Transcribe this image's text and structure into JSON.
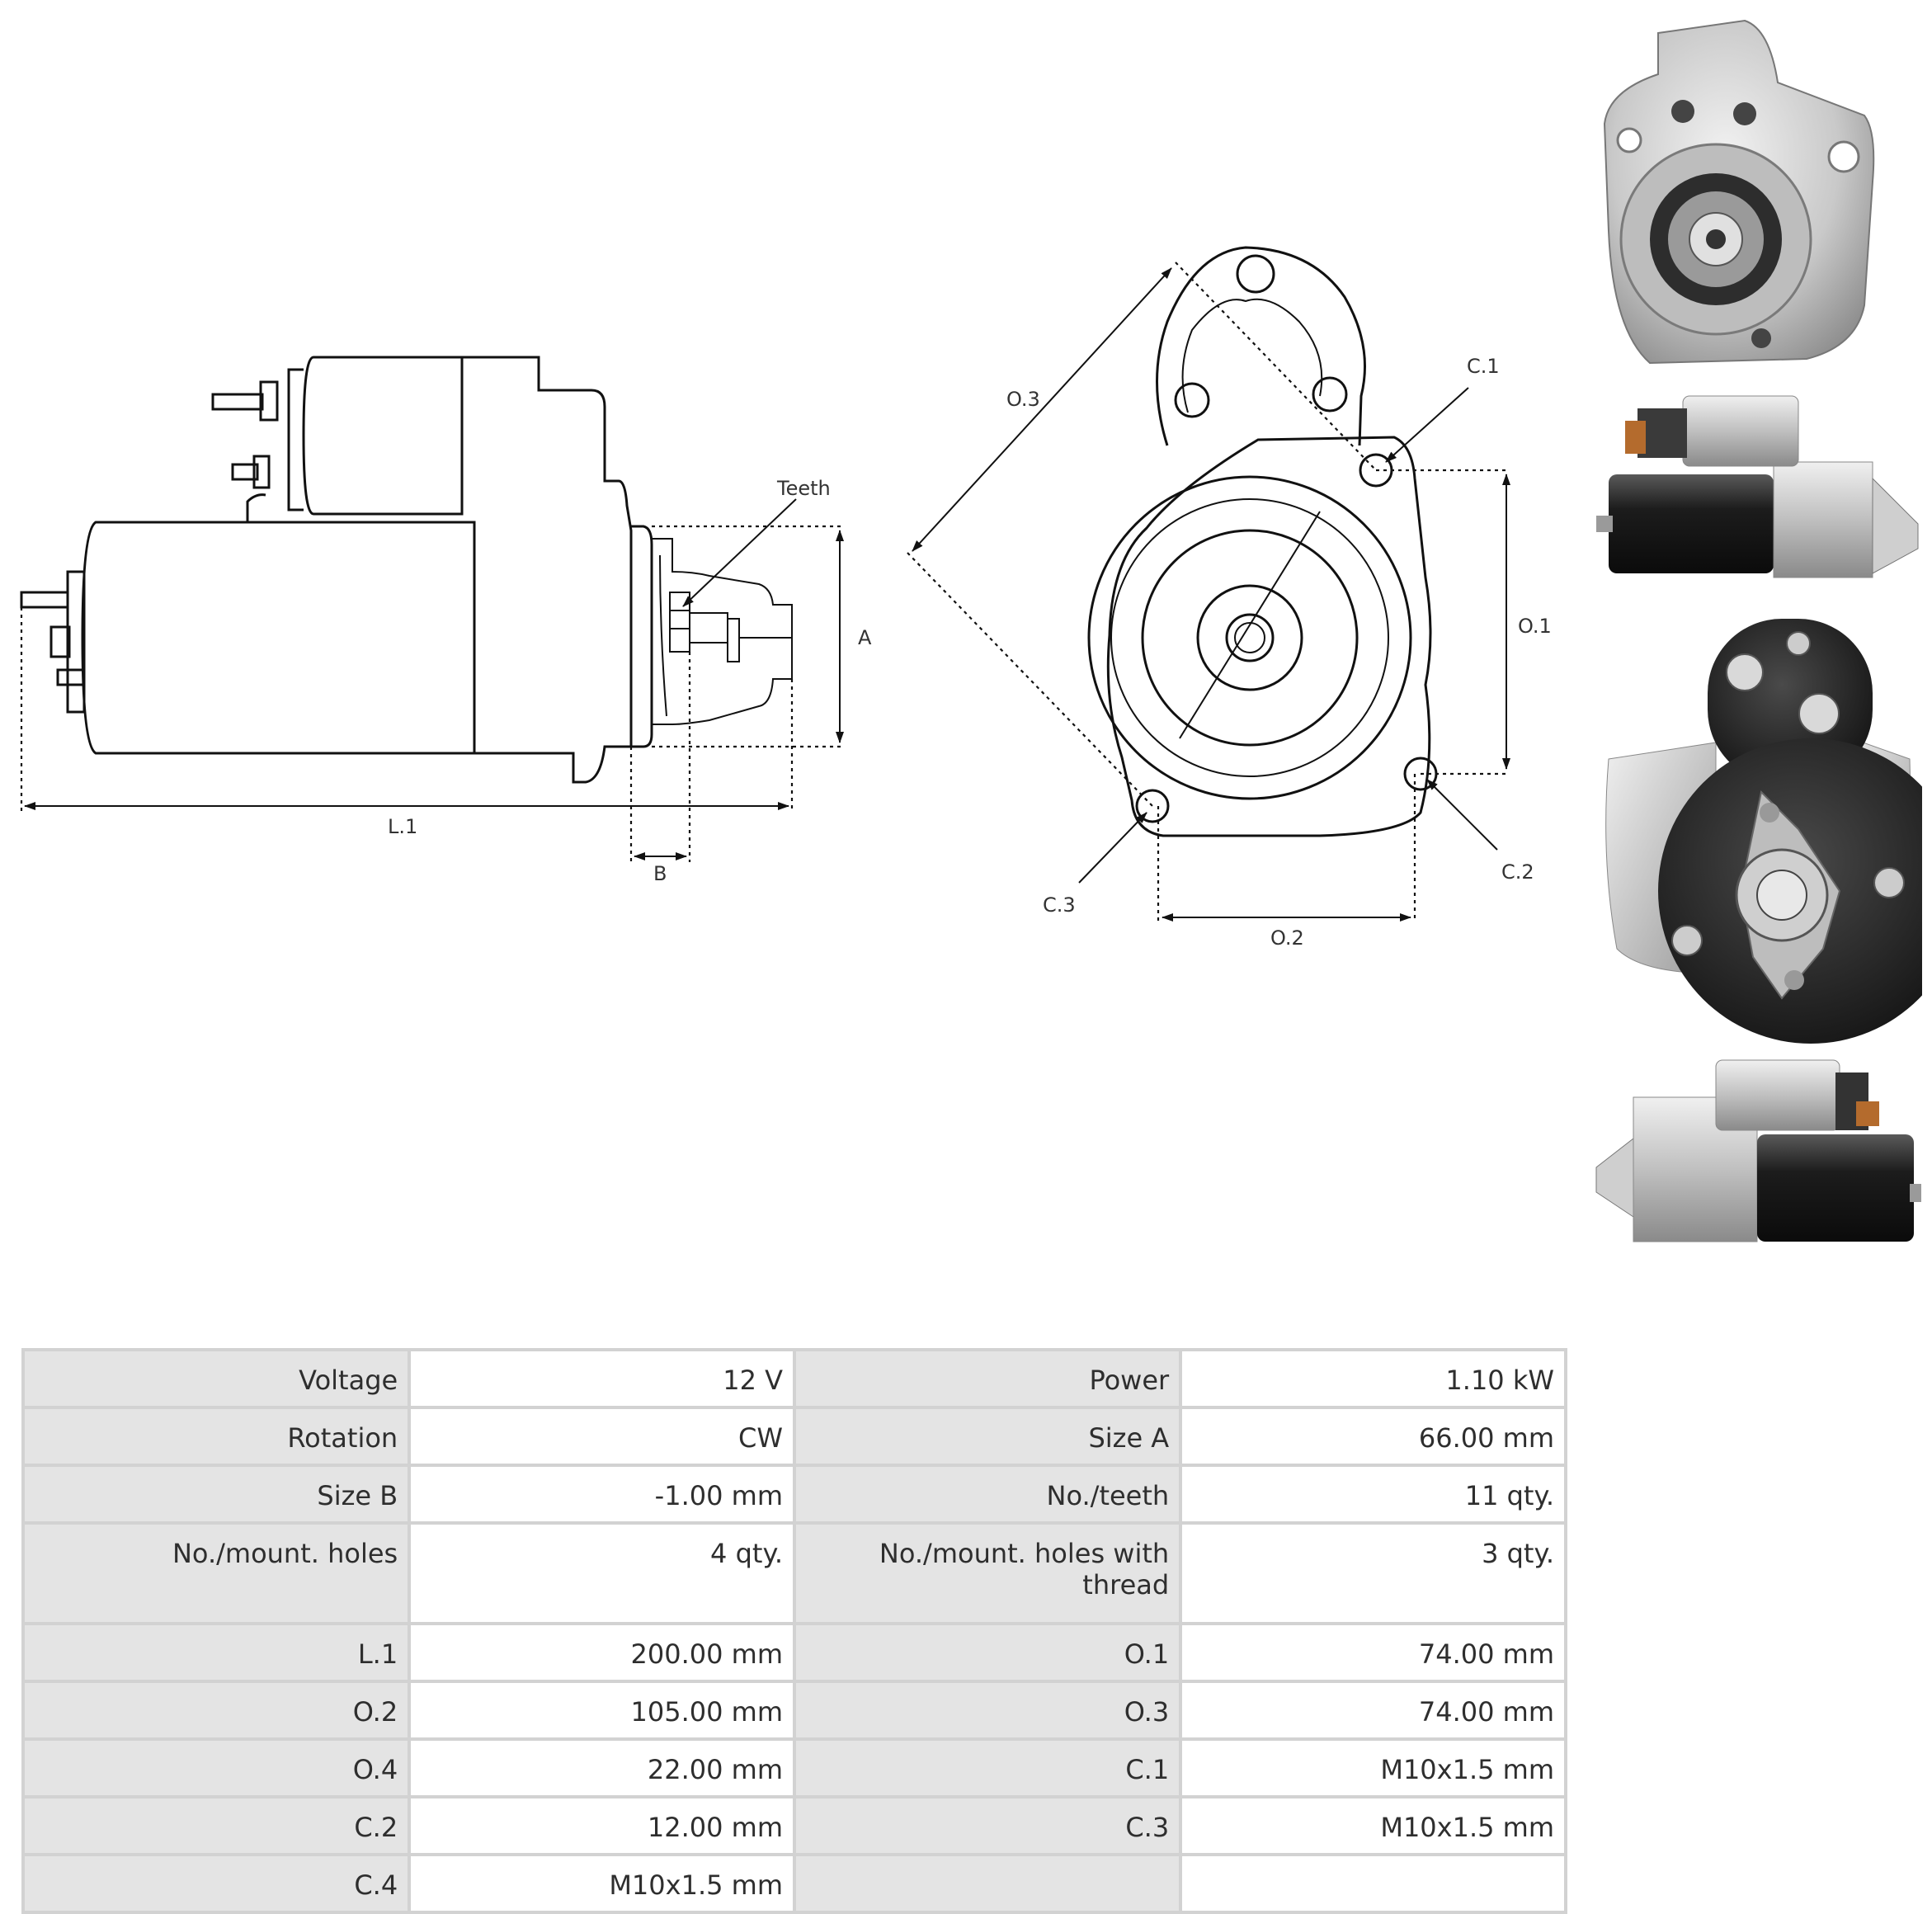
{
  "labels": {
    "teeth": "Teeth",
    "a": "A",
    "b": "B",
    "l1": "L.1",
    "o1": "O.1",
    "o2": "O.2",
    "o3": "O.3",
    "c1": "C.1",
    "c2": "C.2",
    "c3": "C.3"
  },
  "specs": [
    {
      "k1": "Voltage",
      "v1": "12 V",
      "k2": "Power",
      "v2": "1.10 kW"
    },
    {
      "k1": "Rotation",
      "v1": "CW",
      "k2": "Size A",
      "v2": "66.00 mm"
    },
    {
      "k1": "Size B",
      "v1": "-1.00 mm",
      "k2": "No./teeth",
      "v2": "11 qty."
    },
    {
      "k1": "No./mount. holes",
      "v1": "4 qty.",
      "k2": "No./mount. holes with thread",
      "v2": "3 qty."
    },
    {
      "k1": "L.1",
      "v1": "200.00 mm",
      "k2": "O.1",
      "v2": "74.00 mm"
    },
    {
      "k1": "O.2",
      "v1": "105.00 mm",
      "k2": "O.3",
      "v2": "74.00 mm"
    },
    {
      "k1": "O.4",
      "v1": "22.00 mm",
      "k2": "C.1",
      "v2": "M10x1.5 mm"
    },
    {
      "k1": "C.2",
      "v1": "12.00 mm",
      "k2": "C.3",
      "v2": "M10x1.5 mm"
    },
    {
      "k1": "C.4",
      "v1": "M10x1.5 mm",
      "k2": "",
      "v2": ""
    }
  ]
}
